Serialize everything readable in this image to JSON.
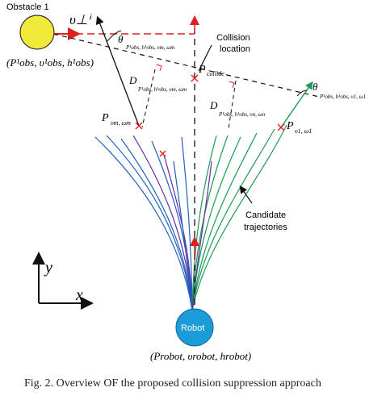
{
  "figure": {
    "obstacle": {
      "label": "Obstacle 1",
      "state": "(P¹obs, υ¹obs, h¹obs)"
    },
    "velocity_symbol": "υ⊥ⁱ",
    "theta_left": "θ",
    "theta_left_sub": "P¹obs, h¹obs, υm, ωm",
    "collision": {
      "label_line1": "Collision",
      "label_line2": "location",
      "point_label": "P",
      "point_sub": "collide"
    },
    "distance_left": {
      "symbol": "D",
      "sub": "P¹obs, h¹obs, υm, ωm"
    },
    "distance_right": {
      "symbol": "D",
      "sub": "P¹obs, h¹obs, υn, ωn"
    },
    "theta_right": "θ",
    "theta_right_sub": "P¹obs, h¹obs, υ1, ω1",
    "p_m": {
      "symbol": "P",
      "sub": "υm, ωm"
    },
    "p_1": {
      "symbol": "P",
      "sub": "υ1, ω1"
    },
    "candidate": {
      "line1": "Candidate",
      "line2": "trajectories"
    },
    "axes": {
      "y": "y",
      "x": "x"
    },
    "robot": {
      "label": "Robot",
      "state": "(Probot, υrobot, hrobot)"
    },
    "colors": {
      "obstacle_fill": "#f1ea3a",
      "robot_fill": "#1b9bd8",
      "red": "#e02020",
      "blue": "#1f5fbf",
      "green": "#1a9a55",
      "purple": "#6a2aa0"
    }
  },
  "caption": "Fig. 2.  Overview OF the proposed collision suppression approach"
}
